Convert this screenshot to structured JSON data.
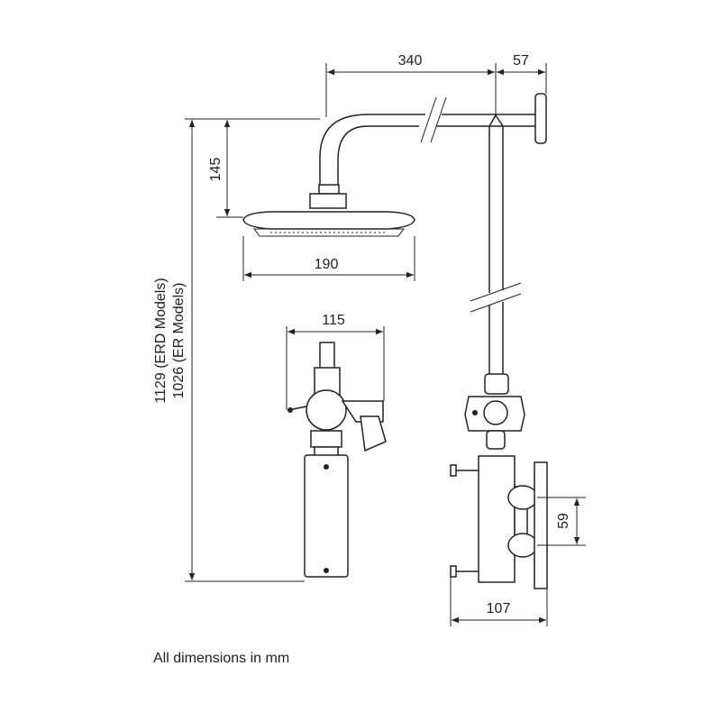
{
  "dimensions": {
    "arm_length": "340",
    "wall_offset": "57",
    "head_height": "145",
    "head_diameter": "190",
    "total_height_erd": "1129 (ERD Models)",
    "total_height_er": "1026 (ER Models)",
    "valve_width": "115",
    "control_spacing": "59",
    "valve_depth": "107"
  },
  "note": "All dimensions in mm"
}
